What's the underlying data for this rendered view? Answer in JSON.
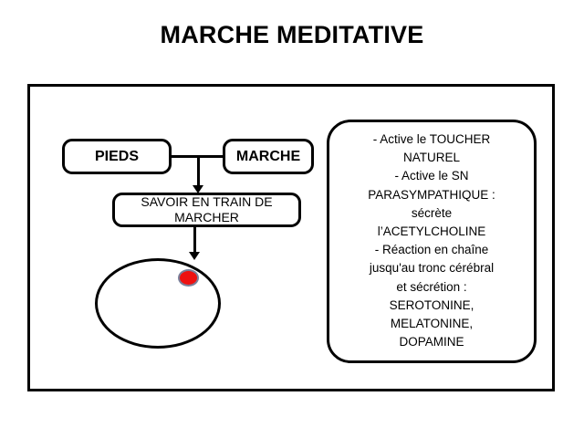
{
  "slide": {
    "title": "MARCHE MEDITATIVE",
    "background_color": "#ffffff",
    "frame_color": "#000000"
  },
  "diagram": {
    "boxes": [
      {
        "id": "pieds",
        "label": "PIEDS"
      },
      {
        "id": "marche",
        "label": "MARCHE"
      },
      {
        "id": "savoir",
        "label": "SAVOIR EN TRAIN DE MARCHER"
      }
    ],
    "ellipse": {
      "name": "body-ellipse",
      "dot_color": "#ee1111",
      "dot_border_color": "#7a7f9a"
    }
  },
  "info_panel": {
    "lines": [
      "- Active le TOUCHER",
      "NATUREL",
      "- Active le SN",
      "PARASYMPATHIQUE :",
      "sécrète",
      "l’ACETYLCHOLINE",
      "- Réaction en chaîne",
      "jusqu'au tronc cérébral",
      "et sécrétion :",
      "SEROTONINE,",
      "MELATONINE,",
      "DOPAMINE"
    ]
  }
}
